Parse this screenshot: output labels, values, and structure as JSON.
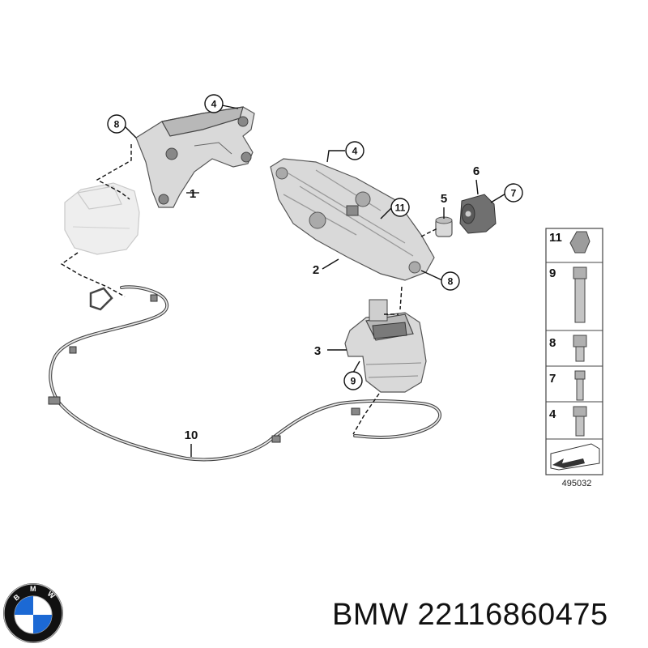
{
  "callouts": {
    "c4a": "4",
    "c8a": "8",
    "c1": "1",
    "c4b": "4",
    "c6": "6",
    "c5": "5",
    "c7": "7",
    "c11": "11",
    "c2": "2",
    "c8b": "8",
    "c3": "3",
    "c9": "9",
    "c10": "10"
  },
  "legend": {
    "rows": [
      "11",
      "9",
      "8",
      "7",
      "4"
    ]
  },
  "reference_number": "495032",
  "caption": {
    "brand": "BMW",
    "part_number": "22116860475"
  },
  "logo": {
    "text": "BMW",
    "colors": {
      "ring": "#111111",
      "blue": "#1c69d4",
      "white": "#ffffff"
    }
  }
}
